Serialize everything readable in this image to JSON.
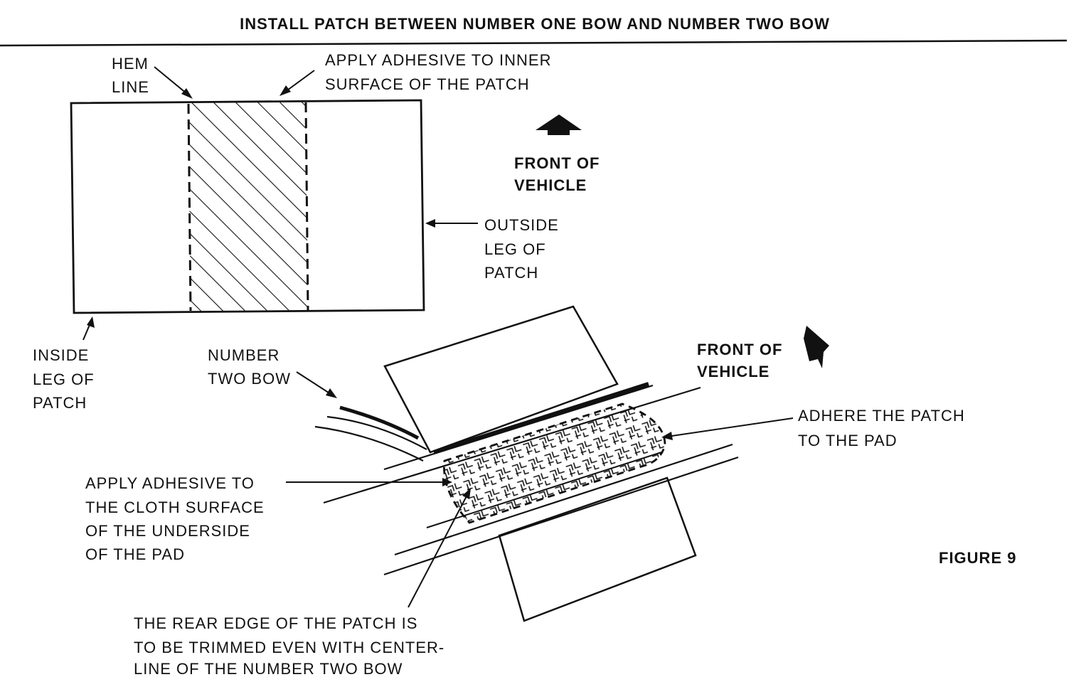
{
  "title": "INSTALL PATCH BETWEEN NUMBER ONE BOW AND NUMBER TWO BOW",
  "figure_label": "FIGURE 9",
  "labels": {
    "hem_line": [
      "HEM",
      "LINE"
    ],
    "apply_adhesive_inner": [
      "APPLY ADHESIVE TO INNER",
      "SURFACE OF THE PATCH"
    ],
    "front_of_vehicle_top": [
      "FRONT OF",
      "VEHICLE"
    ],
    "outside_leg": [
      "OUTSIDE",
      "LEG OF",
      "PATCH"
    ],
    "inside_leg": [
      "INSIDE",
      "LEG OF",
      "PATCH"
    ],
    "number_two_bow": [
      "NUMBER",
      "TWO BOW"
    ],
    "front_of_vehicle_bottom": [
      "FRONT OF",
      "VEHICLE"
    ],
    "adhere_patch": [
      "ADHERE THE PATCH",
      "TO THE PAD"
    ],
    "apply_adhesive_cloth": [
      "APPLY ADHESIVE TO",
      "THE CLOTH SURFACE",
      "OF THE UNDERSIDE",
      "OF THE PAD"
    ],
    "rear_edge": [
      "THE REAR EDGE OF THE PATCH IS",
      "TO BE TRIMMED EVEN WITH CENTER-",
      "LINE OF THE NUMBER TWO BOW"
    ]
  }
}
